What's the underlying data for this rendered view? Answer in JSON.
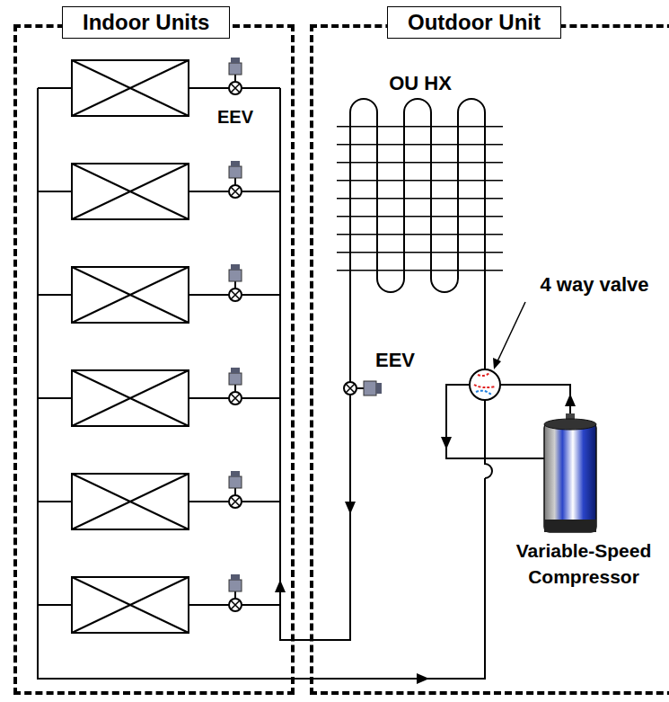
{
  "diagram": {
    "nodes": [
      {
        "text": [
          "Indoor Units"
        ]
      },
      {
        "text": [
          "Outdoor Unit"
        ]
      }
    ],
    "labels": [
      "EEV",
      "OU HX",
      "4 way valve",
      "EEV",
      "Variable-Speed Compressor"
    ]
  }
}
